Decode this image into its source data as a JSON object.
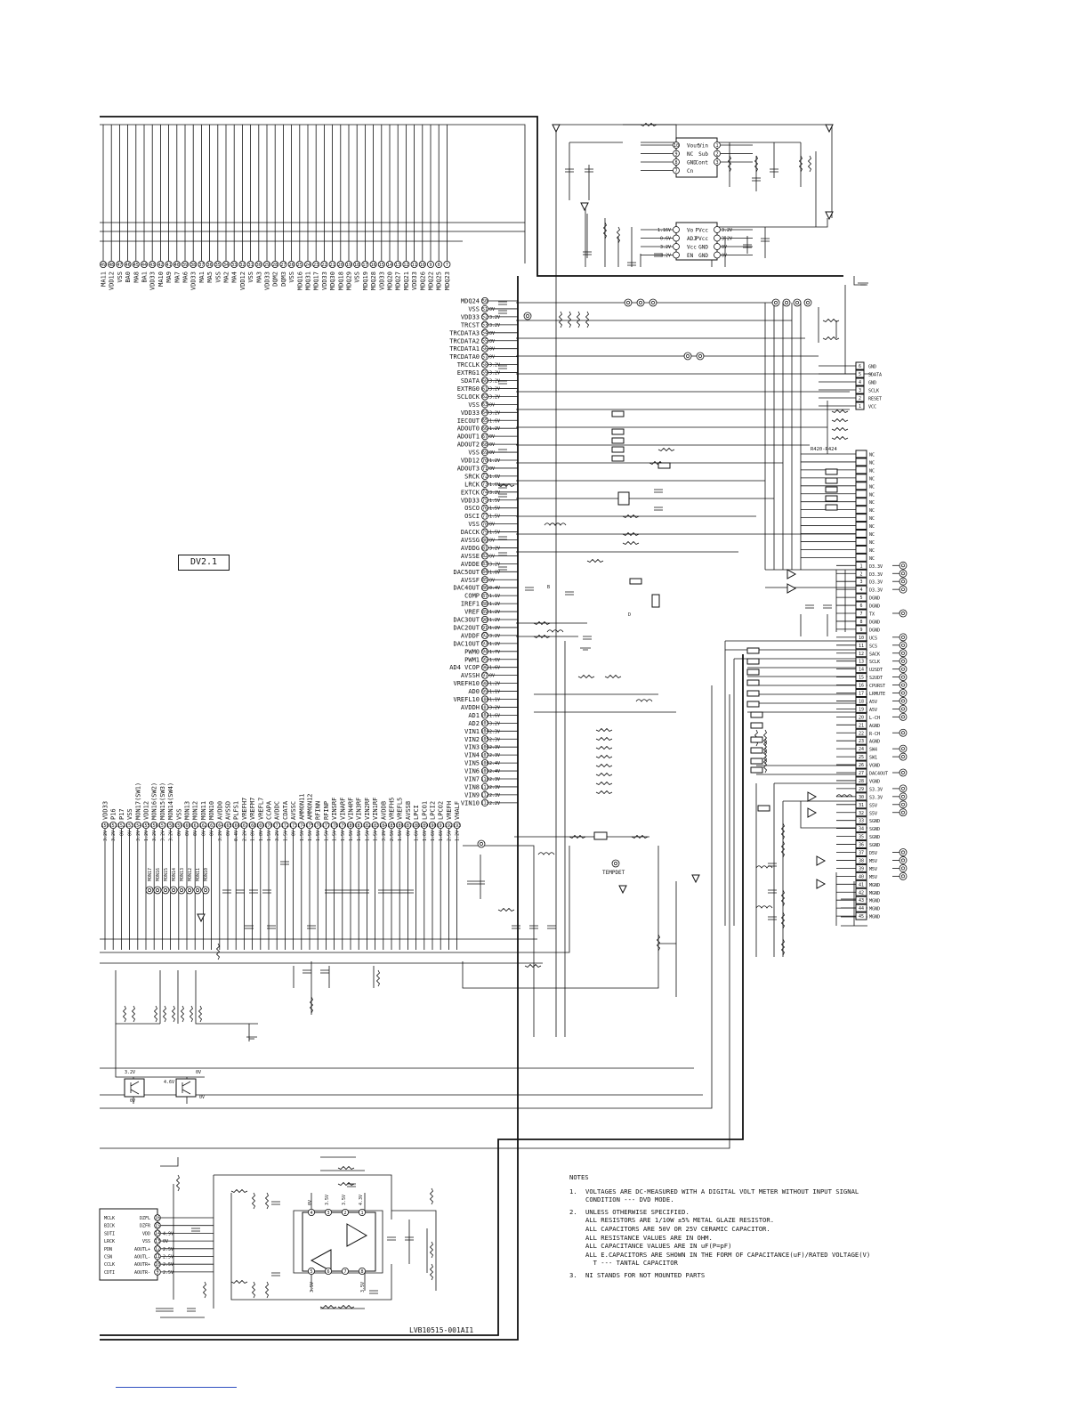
{
  "main_ic": {
    "name": "DV2.1",
    "right_pins": [
      "MDQ24",
      "VSS",
      "VDD33",
      "TRCST",
      "TRCDATA3",
      "TRCDATA2",
      "TRCDATA1",
      "TRCDATA0",
      "TRCCLK",
      "EXTRG1",
      "SDATA",
      "EXTRG0",
      "SCLOCK",
      "VSS",
      "VDD33",
      "IECOUT",
      "ADOUT0",
      "ADOUT1",
      "ADOUT2",
      "VSS",
      "VDD12",
      "ADOUT3",
      "SRCK",
      "LRCK",
      "EXTCK",
      "VDD33",
      "OSCO",
      "OSCI",
      "VSS",
      "DACCK",
      "AVSSG",
      "AVDDG",
      "AVSSE",
      "AVDDE",
      "DAC5OUT",
      "AVSSF",
      "DAC4OUT",
      "COMP",
      "IREF1",
      "VREF",
      "DAC3OUT",
      "DAC2OUT",
      "AVDDF",
      "DAC1OUT",
      "PWM0",
      "PWM1",
      "AD4 VCOP",
      "AVSSH",
      "VREFH10",
      "AD0",
      "VREFL10",
      "AVDDH",
      "AD1",
      "AD2",
      "VIN1",
      "VIN2",
      "VIN3",
      "VIN4",
      "VIN5",
      "VIN6",
      "VIN7",
      "VIN8",
      "VIN9",
      "VIN10"
    ],
    "right_volts": [
      "",
      "0V",
      "3.2V",
      "3.2V",
      "0V",
      "0V",
      "0V",
      "0V",
      "3.2V",
      "3.2V",
      "3.2V",
      "3.2V",
      "3.2V",
      "0V",
      "3.2V",
      "1.6V",
      "1.2V",
      "0V",
      "0V",
      "0V",
      "1.2V",
      "0V",
      "1.6V",
      "1.6V",
      "3.2V",
      "1.5V",
      "1.5V",
      "1.5V",
      "0V",
      "1.5V",
      "0V",
      "3.2V",
      "0V",
      "3.2V",
      "1.8V",
      "0V",
      "0.4V",
      "1.1V",
      "1.2V",
      "1.2V",
      "1.2V",
      "1.2V",
      "3.2V",
      "1.2V",
      "1.7V",
      "1.6V",
      "1.6V",
      "0V",
      "1.2V",
      "1.1V",
      "1.1V",
      "3.2V",
      "1.6V",
      "3.2V",
      "2.3V",
      "2.3V",
      "2.3V",
      "2.3V",
      "2.4V",
      "2.4V",
      "2.3V",
      "2.3V",
      "2.3V",
      "2.2V"
    ],
    "top_pins": [
      "MA11",
      "VDD12",
      "VSS",
      "BA0",
      "MA8",
      "BA1",
      "VDD33",
      "MA10",
      "MA9",
      "MA7",
      "MA6",
      "VDD33",
      "MA1",
      "MA5",
      "VSS",
      "MA2",
      "MA4",
      "VDD12",
      "VSS",
      "MA3",
      "VDD33",
      "DQM2",
      "DQM3",
      "VSS",
      "MDQ16",
      "MDQ31",
      "MDQ17",
      "VDD33",
      "MDQ30",
      "MDQ18",
      "MDQ29",
      "VSS",
      "MDQ19",
      "MDQ28",
      "VDD33",
      "MDQ20",
      "MDQ27",
      "MDQ21",
      "VDD33",
      "MDQ26",
      "MDQ22",
      "MDQ25",
      "MDQ23"
    ],
    "bottom_pins": [
      "VDD33",
      "P16",
      "P17",
      "VSS",
      "MON17(SW1)",
      "VDD12",
      "MON16(SW2)",
      "MON15(SW3)",
      "MON14(SW4)",
      "VSS",
      "MON13",
      "MON12",
      "MON11",
      "MON10",
      "AVDD0",
      "AVSSD",
      "PLFS1",
      "VREFH7",
      "VREFM7",
      "VREFL7",
      "CCAPA",
      "AVDDC",
      "CDATA",
      "AVSSC",
      "AMMON11",
      "AMMON12",
      "RFINN",
      "RFINP",
      "VINSRF",
      "VINARF",
      "VIN4RF",
      "VIN3RF",
      "VIN2RF",
      "VIN1RF",
      "AVDDB",
      "VREFH5",
      "VREFL5",
      "AVSSB",
      "LPCI",
      "LPCO1",
      "LPCI2",
      "LPCO2",
      "VREFH",
      "VHALF"
    ],
    "bottom_volts": [
      "3.2V",
      "3.2V",
      "0V",
      "0V",
      "3.2V",
      "1.2V",
      "3.2V",
      "3.2V",
      "3.2V",
      "0V",
      "0V",
      "0V",
      "0V",
      "0V",
      "3.2V",
      "0V",
      "0.4V",
      "2.2V",
      "1.8V",
      "1.8V",
      "1.5V",
      "3.2V",
      "1.5V",
      "0V",
      "1.5V",
      "1.5V",
      "1.5V",
      "1.5V",
      "1.5V",
      "1.5V",
      "1.5V",
      "1.5V",
      "1.5V",
      "1.5V",
      "3.2V",
      "2.5V",
      "1.5V",
      "0V",
      "1.6V",
      "1.6V",
      "1.6V",
      "1.6V",
      "2.5V",
      "1.2V"
    ],
    "aux_labels": [
      "MON17",
      "MON16",
      "MON15",
      "MON14",
      "MON13",
      "MON12",
      "MON11",
      "MON10"
    ]
  },
  "regulator_a": {
    "left": [
      "Vout",
      "NC",
      "GND",
      "Cn"
    ],
    "right": [
      "Vin",
      "Sub",
      "Cont"
    ],
    "left_pins": [
      "10",
      "9",
      "8",
      "7"
    ],
    "right_pins": [
      "1",
      "2",
      "3"
    ]
  },
  "regulator_b": {
    "left": [
      "Vo",
      "ADJ",
      "Vcc",
      "EN"
    ],
    "right": [
      "PVcc",
      "PVcc",
      "GND",
      "GND"
    ],
    "left_volts": [
      "1.16V",
      "0.6V",
      "3.2V",
      "3.2V"
    ],
    "right_volts": [
      "3.2V",
      "3.2V",
      "0V",
      "0V"
    ]
  },
  "debug_connector": {
    "pins": [
      "6",
      "5",
      "4",
      "3",
      "2",
      "1"
    ],
    "labels": [
      "GND",
      "SDATA",
      "GND",
      "SCLK",
      "RESET",
      "VCC"
    ],
    "resistor_ref": "R420-R424"
  },
  "main_connector": {
    "nc_count": 14,
    "nc_label": "NC",
    "pins": [
      "1",
      "2",
      "3",
      "4",
      "5",
      "6",
      "7",
      "8",
      "9",
      "10",
      "11",
      "12",
      "13",
      "14",
      "15",
      "16",
      "17",
      "18",
      "19",
      "20",
      "21",
      "22",
      "23",
      "24",
      "25",
      "26",
      "27",
      "28",
      "29",
      "30",
      "31",
      "32",
      "33",
      "34",
      "35",
      "36",
      "37",
      "38",
      "39",
      "40",
      "41",
      "42",
      "43",
      "44",
      "45"
    ],
    "labels": [
      "D3.3V",
      "D3.3V",
      "D3.3V",
      "D3.3V",
      "DGND",
      "DGND",
      "TX",
      "DGND",
      "DGND",
      "UCS",
      "SCS",
      "SACK",
      "SCLK",
      "U2SDT",
      "S2UDT",
      "CPURST",
      "LRMUTE",
      "A5V",
      "A5V",
      "L-CH",
      "AGND",
      "R-CH",
      "AGND",
      "SW4",
      "SW1",
      "VGND",
      "DAC4OUT",
      "VGND",
      "S3.3V",
      "S3.3V",
      "S5V",
      "S5V",
      "SGND",
      "SGND",
      "SGND",
      "SGND",
      "D5V",
      "M5V",
      "M5V",
      "M5V",
      "MGND",
      "MGND",
      "MGND",
      "MGND",
      "MGND"
    ]
  },
  "transistors": {
    "left_volts": [
      "3.2V",
      "0V"
    ],
    "right_volts": [
      "4.6V",
      "0V",
      "0V"
    ]
  },
  "audio_dac": {
    "left": [
      "MCLK",
      "BICK",
      "SDTI",
      "LRCK",
      "PDN",
      "CSN",
      "CCLK",
      "CDTI"
    ],
    "right": [
      "DZFL",
      "DZFR",
      "VDD",
      "VSS",
      "AOUTL+",
      "AOUTL-",
      "AOUTR+",
      "AOUTR-"
    ],
    "right_pins": [
      "16",
      "15",
      "14",
      "13",
      "12",
      "11",
      "10",
      "9"
    ],
    "volts": [
      "",
      "",
      "4.9V",
      "0V",
      "2.5V",
      "2.5V",
      "2.5V",
      "2.5V"
    ]
  },
  "opamp": {
    "top": [
      "0V",
      "3.5V",
      "3.5V",
      "4.3V"
    ],
    "bottom": [
      "3.5V",
      "",
      "",
      "3.5V"
    ],
    "pins_top": [
      "4",
      "3",
      "2",
      "1"
    ],
    "pins_bottom": [
      "5",
      "6",
      "7",
      "8"
    ]
  },
  "labels": {
    "dv_label": "DV2.1",
    "tempdet": "TEMPDET",
    "r_ref": "R420-R424",
    "drawing_no": "LVB10515-001AI1",
    "misc_d": "D",
    "misc_b": "B"
  },
  "notes": {
    "title": "NOTES",
    "items": [
      {
        "num": "1.",
        "lines": [
          "VOLTAGES ARE DC-MEASURED WITH A DIGITAL VOLT METER WITHOUT INPUT SIGNAL",
          "CONDITION --- DVD MODE."
        ]
      },
      {
        "num": "2.",
        "lines": [
          "UNLESS OTHERWISE SPECIFIED.",
          "ALL RESISTORS ARE 1/10W ±5% METAL GLAZE RESISTOR.",
          "ALL CAPACITORS ARE 50V OR 25V CERAMIC CAPACITOR.",
          "ALL RESISTANCE VALUES ARE IN OHM.",
          "ALL CAPACITANCE VALUES ARE IN uF(P=pF)",
          "ALL E.CAPACITORS ARE SHOWN IN THE FORM OF CAPACITANCE(uF)/RATED VOLTAGE(V)",
          "  T --- TANTAL CAPACITOR"
        ]
      },
      {
        "num": "3.",
        "lines": [
          "NI STANDS FOR NOT MOUNTED PARTS"
        ]
      }
    ]
  }
}
